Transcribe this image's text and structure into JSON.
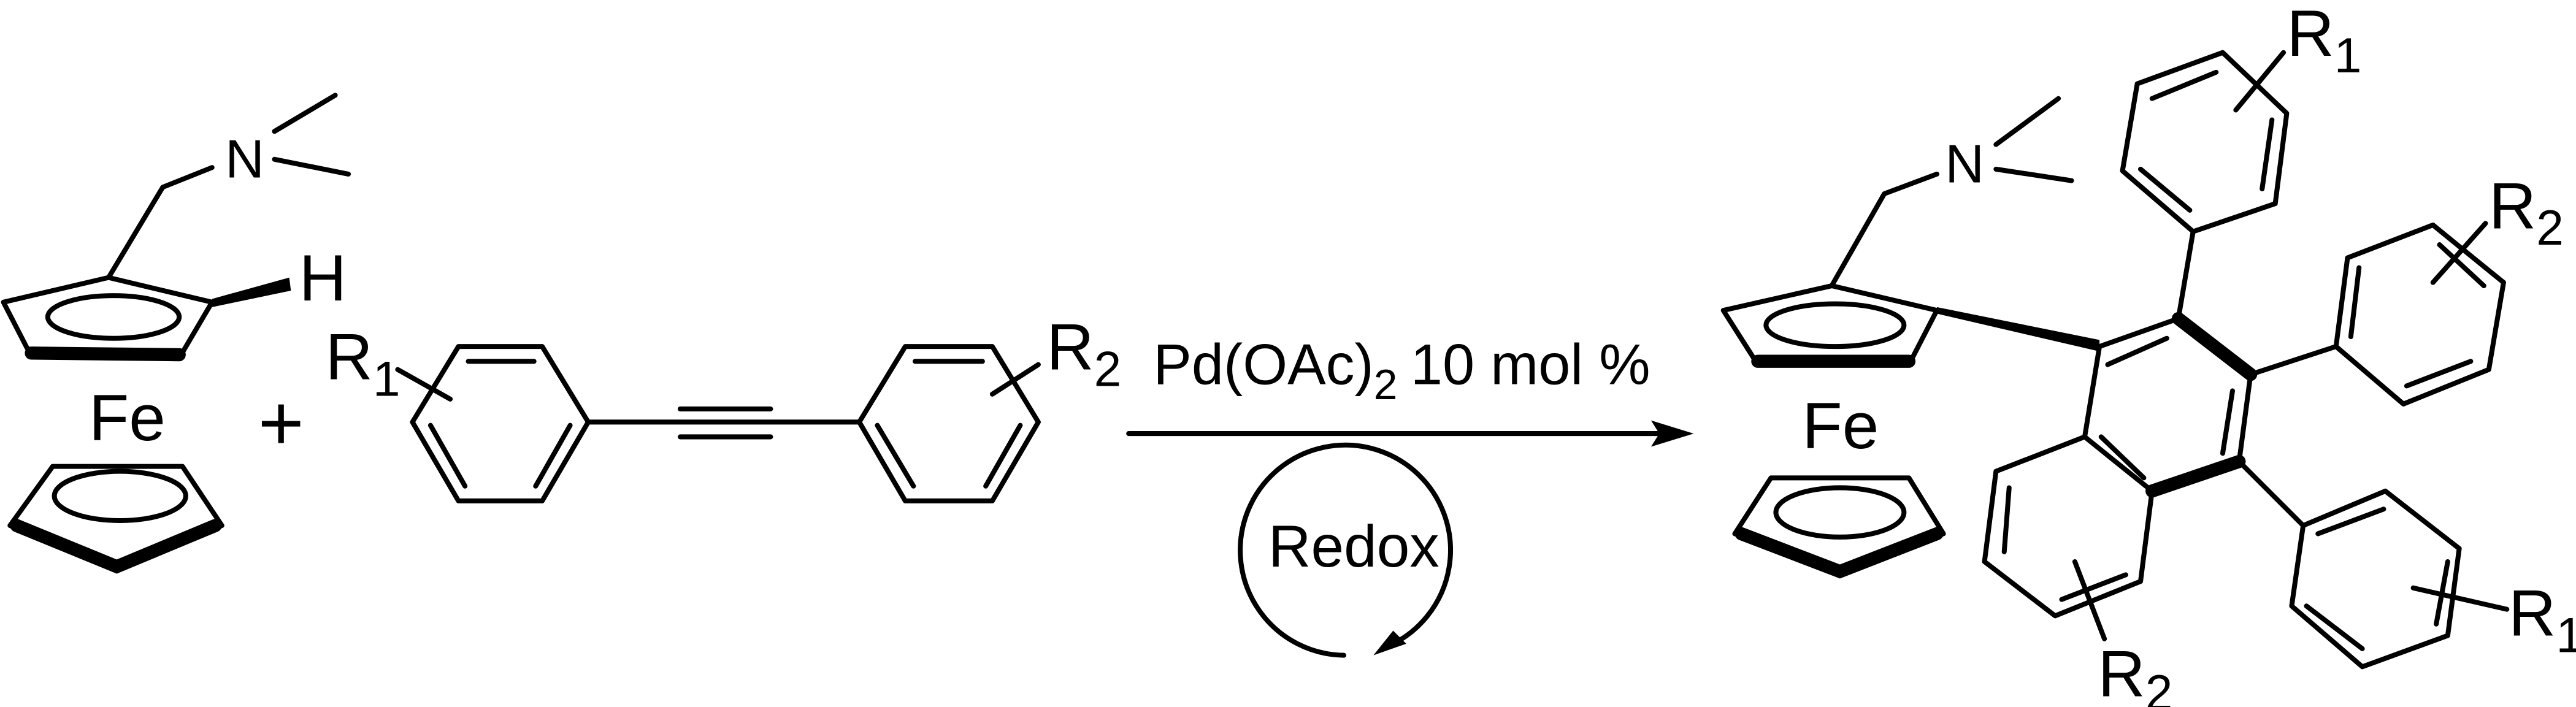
{
  "reactant": {
    "amine_atom": "N",
    "hydrogen": "H",
    "metal": "Fe",
    "plus": "+",
    "alkyne_substituents": [
      {
        "letter": "R",
        "index": "1"
      },
      {
        "letter": "R",
        "index": "2"
      }
    ]
  },
  "conditions": {
    "catalyst": "Pd(OAc)",
    "catalyst_subscript": "2",
    "loading": "10 mol %",
    "cycle_label": "Redox"
  },
  "product": {
    "amine_atom": "N",
    "metal": "Fe",
    "substituents": [
      {
        "letter": "R",
        "index": "1"
      },
      {
        "letter": "R",
        "index": "2"
      },
      {
        "letter": "R",
        "index": "1"
      },
      {
        "letter": "R",
        "index": "2"
      }
    ]
  }
}
